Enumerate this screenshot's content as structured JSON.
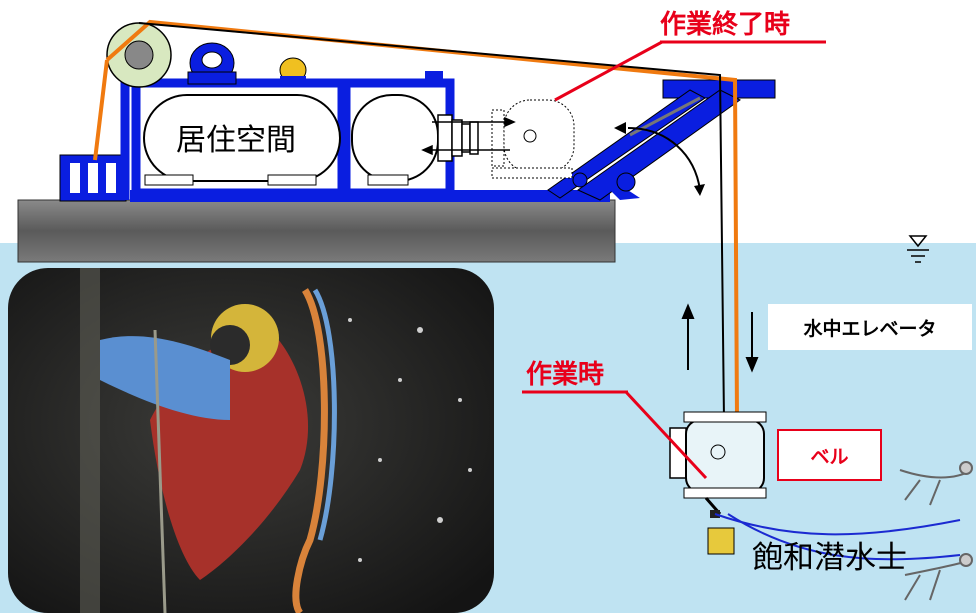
{
  "labels": {
    "living_space": "居住空間",
    "work_end": "作業終了時",
    "work_time": "作業時",
    "underwater_elevator": "水中エレベータ",
    "bell": "ベル",
    "saturation_diver": "飽和潜水士"
  },
  "colors": {
    "frame_blue": "#0a1ee0",
    "cable_orange": "#f07a10",
    "label_red": "#e8001a",
    "water": "#bfe3f2",
    "barge": "#6e6e6e"
  },
  "icons": [
    "water-surface-icon"
  ]
}
